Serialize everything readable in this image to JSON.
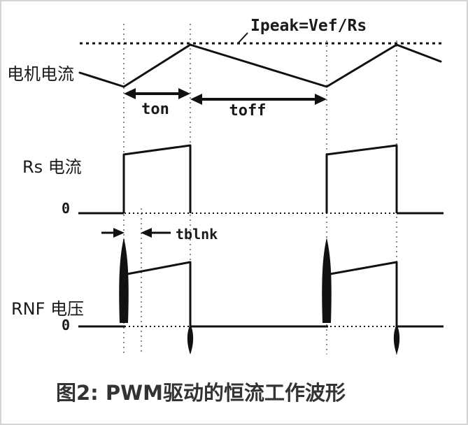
{
  "labels": {
    "ipeak": "Ipeak=Vef/Rs",
    "motor_current": "电机电流",
    "ton": "ton",
    "toff": "toff",
    "rs_current": "Rs 电流",
    "rs_zero": "0",
    "tblnk": "tblnk",
    "rnf_voltage": "RNF 电压",
    "rnf_zero": "0",
    "caption": "图2: PWM驱动的恒流工作波形"
  },
  "colors": {
    "stroke": "#111111",
    "grid": "#8a8a8a",
    "caption_text": "#333333",
    "background": "#ffffff",
    "border": "#d4d4d4"
  }
}
